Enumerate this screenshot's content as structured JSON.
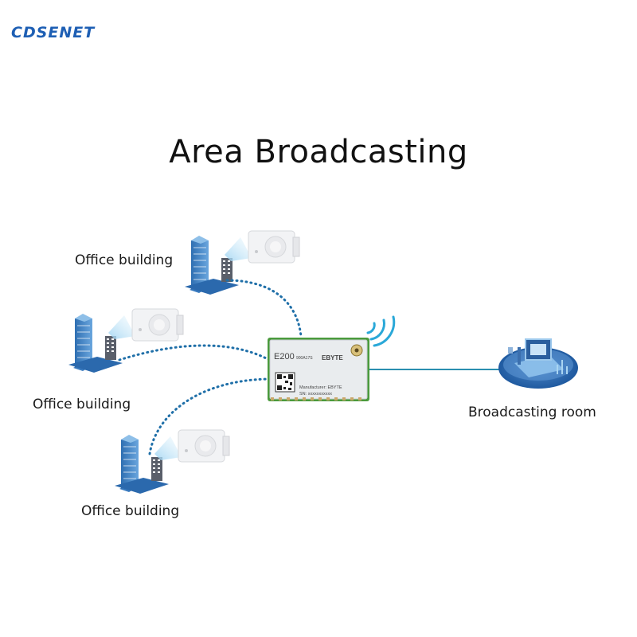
{
  "brand": {
    "name": "CDSENET",
    "color": "#1e5fb4"
  },
  "title": "Area Broadcasting",
  "nodes": {
    "offices": [
      {
        "label": "Office building",
        "icon": "office-building-speaker-icon"
      },
      {
        "label": "Office building",
        "icon": "office-building-speaker-icon"
      },
      {
        "label": "Office building",
        "icon": "office-building-speaker-icon"
      }
    ],
    "room": {
      "label": "Broadcasting room",
      "icon": "broadcasting-room-icon"
    }
  },
  "module": {
    "model": "E200",
    "part": "900A17S",
    "brand": "EBYTE",
    "manufacturer": "Manufacturer: EBYTE",
    "sn": "SN: xxxxxxxxxxx"
  },
  "colors": {
    "link_dotted": "#1f6fa8",
    "link_solid": "#2a8fb0",
    "signal": "#2aa8d8",
    "building": "#3a7bbf",
    "pcb_green": "#4a9a3c"
  }
}
